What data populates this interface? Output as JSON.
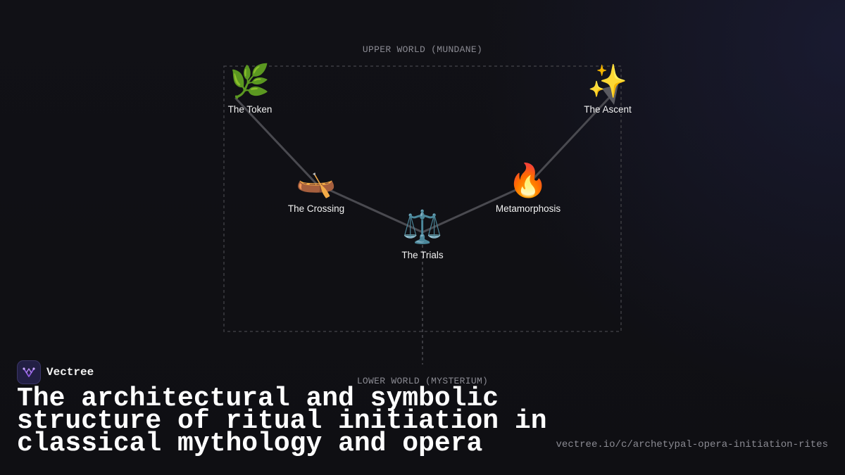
{
  "diagram": {
    "upper_world_label": "UPPER WORLD (MUNDANE)",
    "lower_world_label": "LOWER WORLD (MYSTERIUM)",
    "nodes": [
      {
        "id": "token",
        "icon": "herb-icon",
        "glyph": "🌿",
        "label": "The Token"
      },
      {
        "id": "crossing",
        "icon": "canoe-icon",
        "glyph": "🛶",
        "label": "The Crossing"
      },
      {
        "id": "trials",
        "icon": "balance-scale-icon",
        "glyph": "⚖️",
        "label": "The Trials"
      },
      {
        "id": "metamorphosis",
        "icon": "fire-icon",
        "glyph": "🔥",
        "label": "Metamorphosis"
      },
      {
        "id": "ascent",
        "icon": "sparkles-icon",
        "glyph": "✨",
        "label": "The Ascent"
      }
    ],
    "path_order": [
      "token",
      "crossing",
      "trials",
      "metamorphosis",
      "ascent"
    ],
    "colors": {
      "path": "#4a4a50",
      "boundary": "#3c3c42",
      "arrow": "#5a5a60"
    }
  },
  "brand": {
    "name": "Vectree",
    "logo_icon": "vectree-logo-icon",
    "logo_color": "#8e5be0"
  },
  "headline": "The architectural and symbolic structure of ritual initiation in classical mythology and opera",
  "url": "vectree.io/c/archetypal-opera-initiation-rites"
}
